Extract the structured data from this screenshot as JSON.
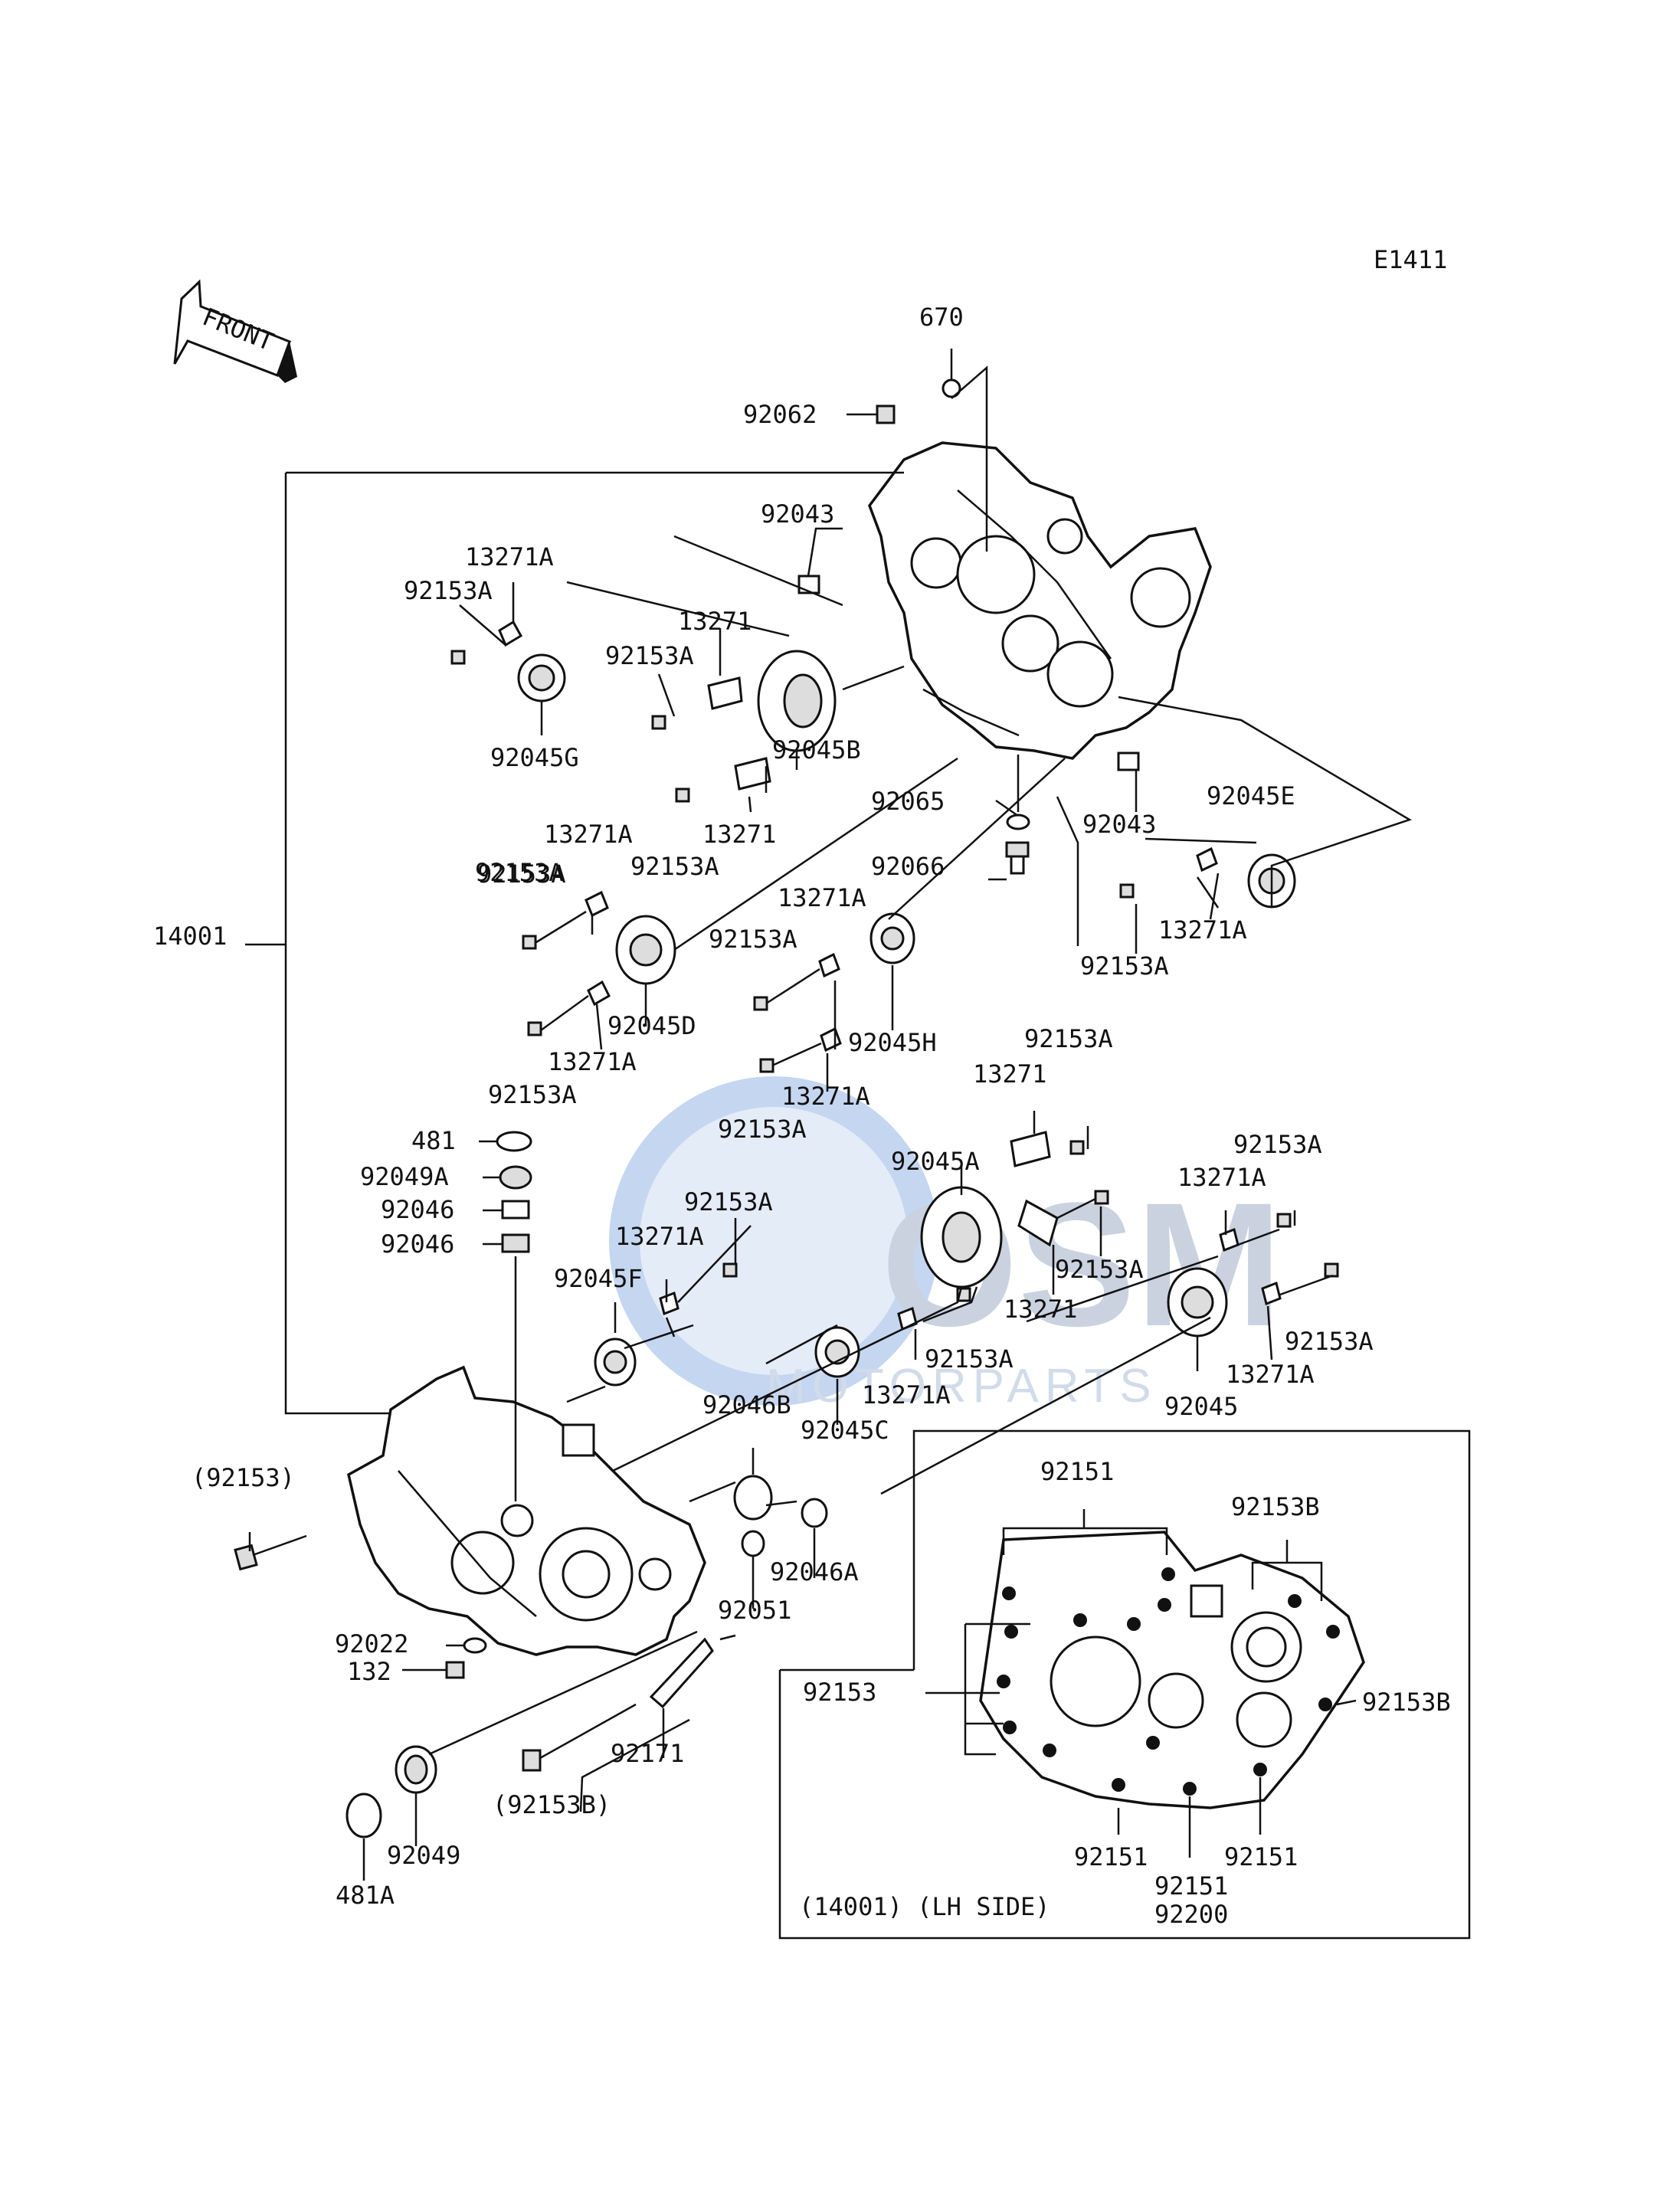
{
  "diagram_code": "E1411",
  "front_label": "FRONT",
  "watermark": {
    "brand": "OSM",
    "sub": "MOTORPARTS"
  },
  "inset_title": "(14001) (LH SIDE)",
  "labels": {
    "p670": "670",
    "p92062": "92062",
    "p92043_top": "92043",
    "p13271A_1": "13271A",
    "p92153A_1": "92153A",
    "p13271_1": "13271",
    "p92153A_2": "92153A",
    "p92045G": "92045G",
    "p92045B": "92045B",
    "p92065": "92065",
    "p92043_r": "92043",
    "p92045E": "92045E",
    "p13271A_2": "13271A",
    "p92153A_3": "92153A",
    "p92153A_4": "92153A",
    "p13271_2": "13271",
    "p92066": "92066",
    "p13271A_r": "13271A",
    "p92153A_r": "92153A",
    "p14001": "14001",
    "p13271A_3": "13271A",
    "p92153A_5": "92153A",
    "p92045H": "92045H",
    "p92045D": "92045D",
    "p13271A_4": "13271A",
    "p92153A_6": "92153A",
    "p92153A_7": "92153A",
    "p13271A_5": "13271A",
    "p92153A_8": "92153A",
    "p13271_3": "13271",
    "p92153A_9": "92153A",
    "p481": "481",
    "p92049A": "92049A",
    "p92045A": "92045A",
    "p92046_1": "92046",
    "p92046_2": "92046",
    "p92153A_10": "92153A",
    "p13271A_6": "13271A",
    "p92153A_11": "92153A",
    "p13271A_7": "13271A",
    "p92153A_12": "92153A",
    "p13271_4": "13271",
    "p92045F": "92045F",
    "p92153A_13": "92153A",
    "p13271A_8": "13271A",
    "p92045": "92045",
    "p92046B": "92046B",
    "p92045C": "92045C",
    "p92153_paren": "(92153)",
    "p92046A": "92046A",
    "p92051": "92051",
    "p92022": "92022",
    "p132": "132",
    "p92171": "92171",
    "p92153B_paren": "(92153B)",
    "p92049": "92049",
    "p481A": "481A",
    "in92151_top": "92151",
    "in92153B_top": "92153B",
    "in92153": "92153",
    "in92153B_r": "92153B",
    "in92151_l": "92151",
    "in92151_c": "92151",
    "in92200": "92200",
    "in92151_r": "92151"
  }
}
